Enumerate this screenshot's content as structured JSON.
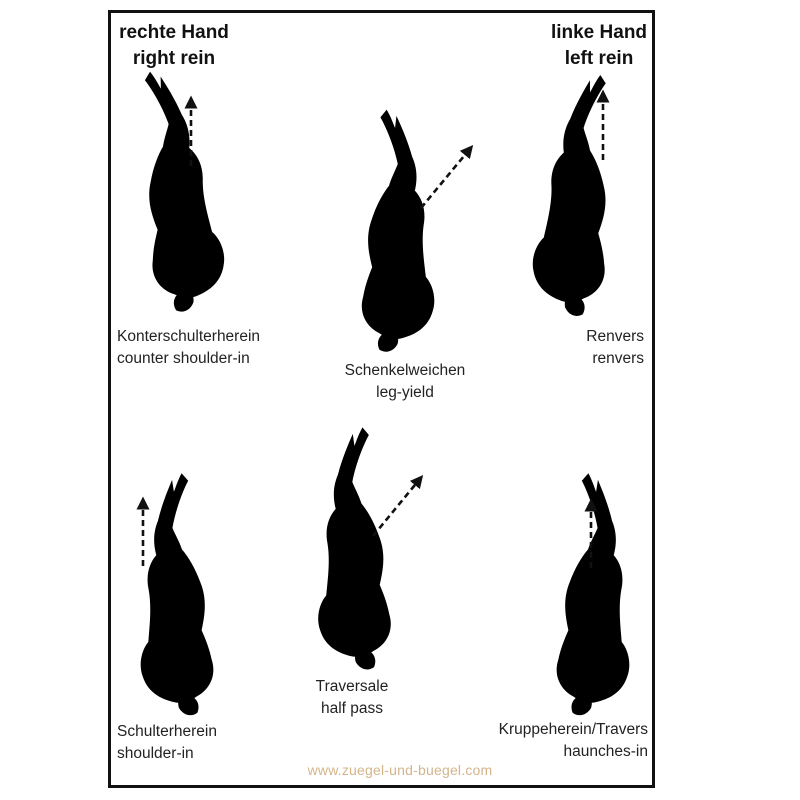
{
  "headers": {
    "right_rein": {
      "de": "rechte Hand",
      "en": "right rein"
    },
    "left_rein": {
      "de": "linke Hand",
      "en": "left rein"
    }
  },
  "movements": [
    {
      "id": "counter-shoulder-in",
      "de": "Konterschulterherein",
      "en": "counter shoulder-in"
    },
    {
      "id": "leg-yield",
      "de": "Schenkelweichen",
      "en": "leg-yield"
    },
    {
      "id": "renvers",
      "de": "Renvers",
      "en": "renvers"
    },
    {
      "id": "shoulder-in",
      "de": "Schulterherein",
      "en": "shoulder-in"
    },
    {
      "id": "half-pass",
      "de": "Traversale",
      "en": "half pass"
    },
    {
      "id": "haunches-in",
      "de": "Kruppeherein/Travers",
      "en": "haunches-in"
    }
  ],
  "watermark": "www.zuegel-und-buegel.com",
  "colors": {
    "horse_fill": "#f7d8b8",
    "horse_outline": "#2a2a2a",
    "ghost_fill": "#ffffff",
    "ghost_outline": "#aaaaaa",
    "tail": "#111111",
    "arrow": "#111111",
    "watermark": "#d3b58a"
  }
}
